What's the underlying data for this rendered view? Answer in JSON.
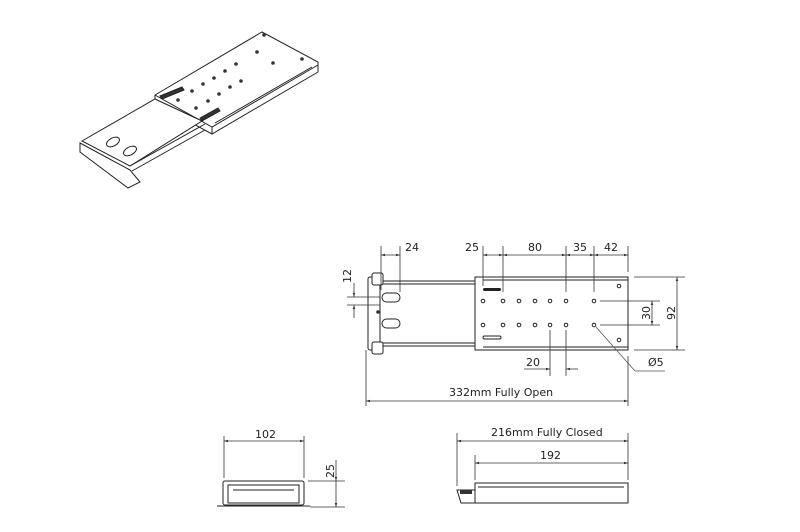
{
  "dimensions": {
    "d24": "24",
    "d25": "25",
    "d80": "80",
    "d35": "35",
    "d42": "42",
    "d12": "12",
    "d30": "30",
    "d92": "92",
    "d20": "20",
    "hole_dia": "Ø5",
    "open_length": "332mm Fully Open",
    "width": "102",
    "height": "25",
    "closed_length": "216mm Fully Closed",
    "body_length": "192"
  }
}
